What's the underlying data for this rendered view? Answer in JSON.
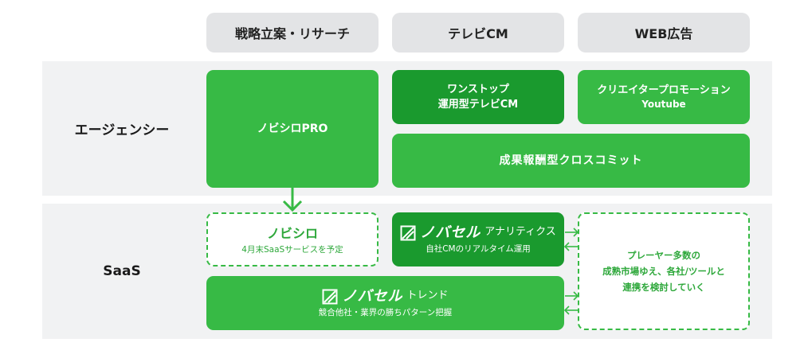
{
  "columns": {
    "strategy": "戦略立案・リサーチ",
    "tvcm": "テレビCM",
    "web": "WEB広告"
  },
  "rows": {
    "agency": "エージェンシー",
    "saas": "SaaS"
  },
  "agency": {
    "nobishiro_pro": "ノビシロPRO",
    "onestop_line1": "ワンストップ",
    "onestop_line2": "運用型テレビCM",
    "creator_line1": "クリエイタープロモーション",
    "creator_line2": "Youtube",
    "performance": "成果報酬型クロスコミット"
  },
  "saas": {
    "nobishiro_title": "ノビシロ",
    "nobishiro_sub": "4月末SaaSサービスを予定",
    "analytics_brand": "ノバセル",
    "analytics_suffix": "アナリティクス",
    "analytics_desc": "自社CMのリアルタイム運用",
    "trend_brand": "ノバセル",
    "trend_suffix": "トレンド",
    "trend_desc": "競合他社・業界の勝ちパターン把握",
    "players_line1": "プレーヤー多数の",
    "players_line2": "成熟市場ゆえ、各社/ツールと",
    "players_line3": "連携を検討していく"
  },
  "colors": {
    "green": "#37ba45",
    "dark_green": "#1a9a2e",
    "header_gray": "#e3e4e6",
    "band_gray": "#f1f2f3"
  },
  "icons": [
    "down-arrow-icon",
    "bidirectional-arrow-icon",
    "novasell-logo-icon"
  ]
}
